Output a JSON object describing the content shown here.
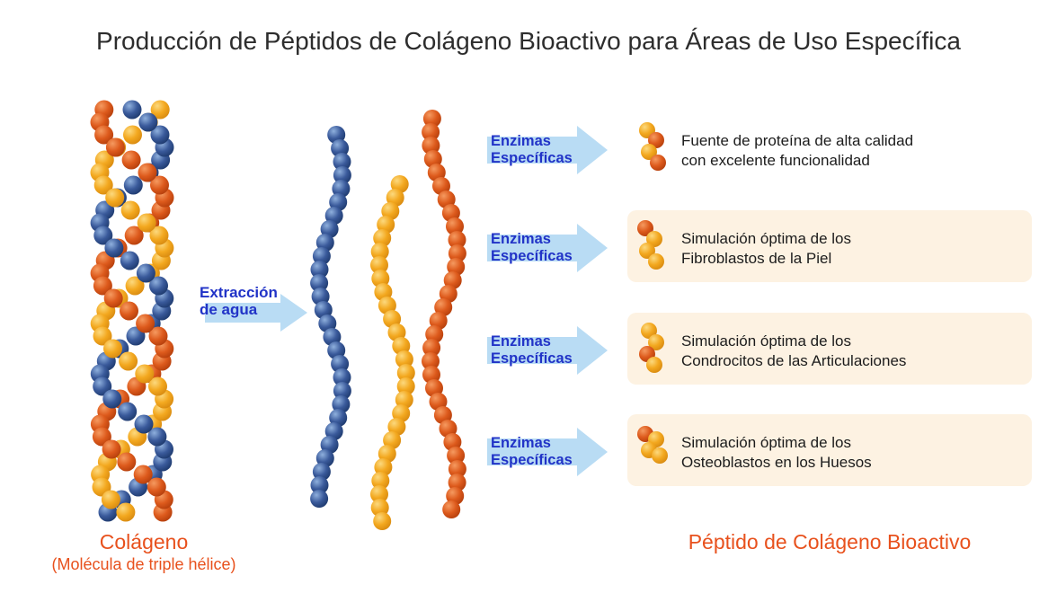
{
  "title": "Producción de Péptidos de Colágeno Bioactivo para Áreas de Uso Específica",
  "collagen": {
    "label": "Colágeno",
    "sublabel": "(Molécula de triple hélice)"
  },
  "extraction": {
    "line1": "Extracción",
    "line2": "de agua"
  },
  "rows": [
    {
      "enzyme_line1": "Enzimas",
      "enzyme_line2": "Específicas",
      "line1": "Fuente de proteína de alta calidad",
      "line2": "con excelente funcionalidad",
      "highlighted": false
    },
    {
      "enzyme_line1": "Enzimas",
      "enzyme_line2": "Específicas",
      "line1": "Simulación óptima de los",
      "line2": "Fibroblastos de la Piel",
      "highlighted": true
    },
    {
      "enzyme_line1": "Enzimas",
      "enzyme_line2": "Específicas",
      "line1": "Simulación óptima de los",
      "line2": "Condrocitos de las Articulaciones",
      "highlighted": true
    },
    {
      "enzyme_line1": "Enzimas",
      "enzyme_line2": "Específicas",
      "line1": "Simulación óptima de los",
      "line2": "Osteoblastos en los Huesos",
      "highlighted": true
    }
  ],
  "result_label": "Péptido de Colágeno Bioactivo",
  "colors": {
    "title": "#2d2d2d",
    "blue_text": "#2133c7",
    "orange_text": "#e8511d",
    "arrow_fill": "#b9dcf4",
    "highlight_bg": "#fdf2e2",
    "chain_blue": "#31508f",
    "chain_orange": "#d9551b",
    "chain_yellow": "#f2a71e"
  }
}
